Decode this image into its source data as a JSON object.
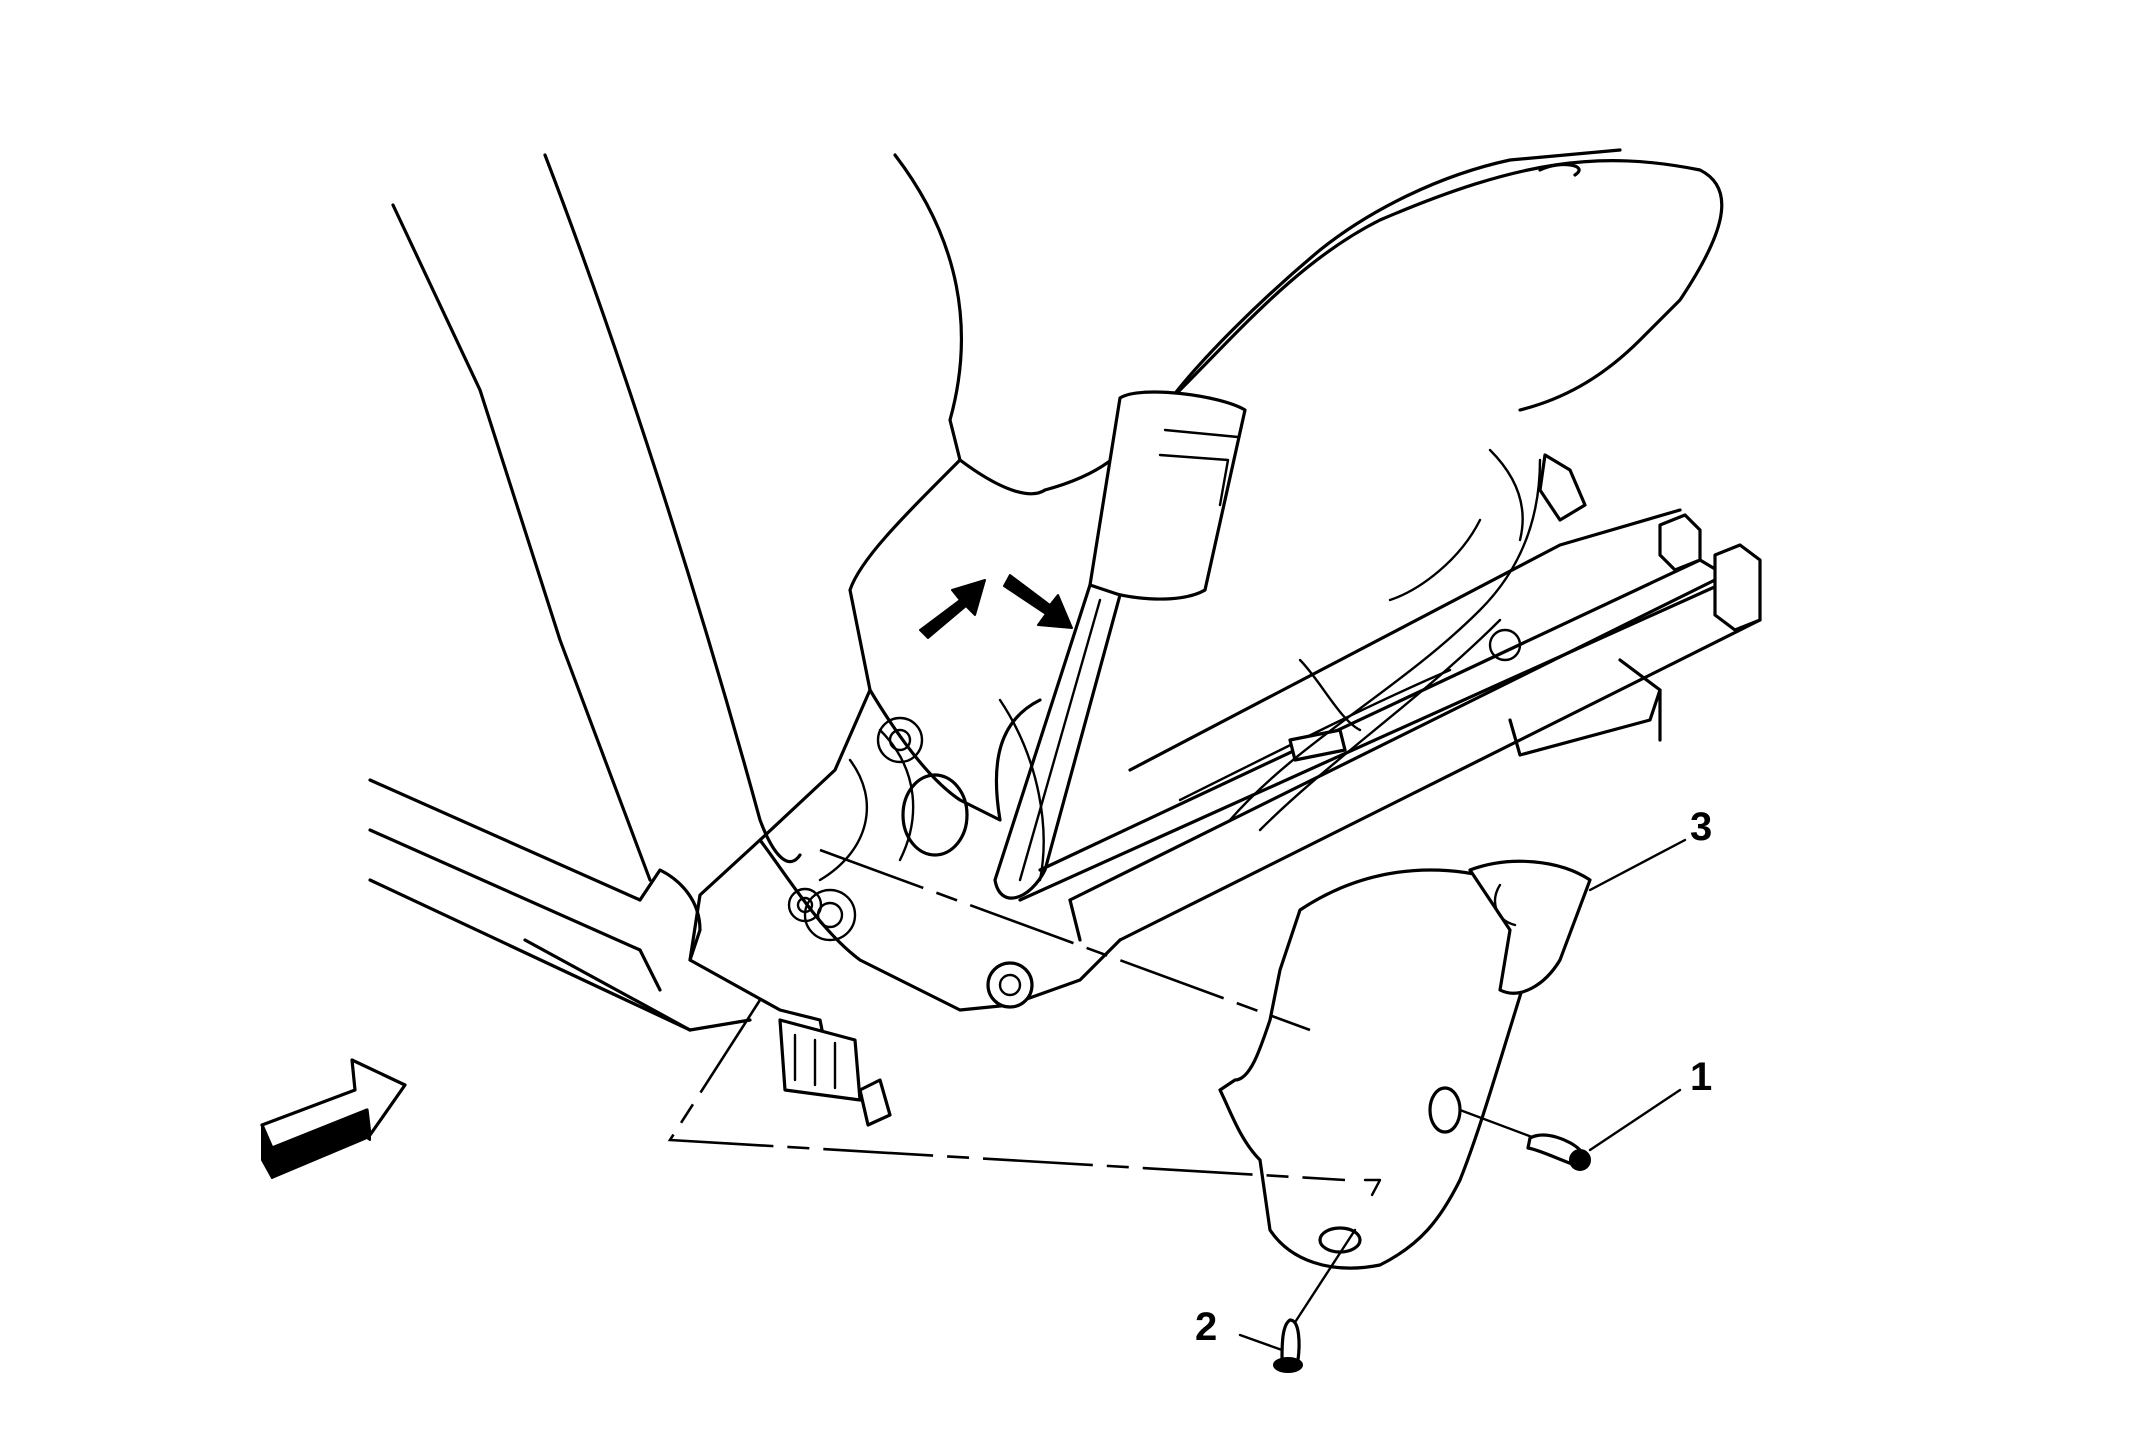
{
  "callouts": [
    {
      "id": "1",
      "label": "1",
      "part": "bolt"
    },
    {
      "id": "2",
      "label": "2",
      "part": "screw"
    },
    {
      "id": "3",
      "label": "3",
      "part": "seat-side-cover"
    }
  ],
  "colors": {
    "line": "#000000",
    "background": "#ffffff"
  }
}
